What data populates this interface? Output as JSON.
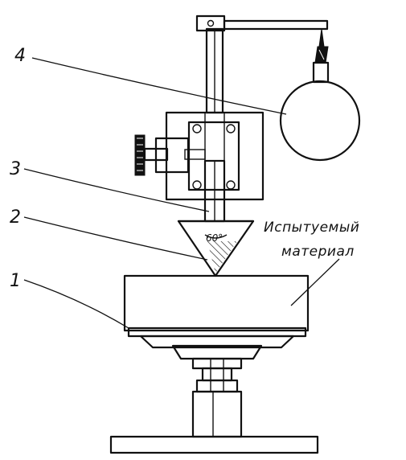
{
  "figure": {
    "callouts": [
      {
        "id": "1",
        "label": "1"
      },
      {
        "id": "2",
        "label": "2"
      },
      {
        "id": "3",
        "label": "3"
      },
      {
        "id": "4",
        "label": "4"
      }
    ],
    "material_label_line1": "Испытуемый",
    "material_label_line2": "материал",
    "cone_angle": "60°"
  }
}
